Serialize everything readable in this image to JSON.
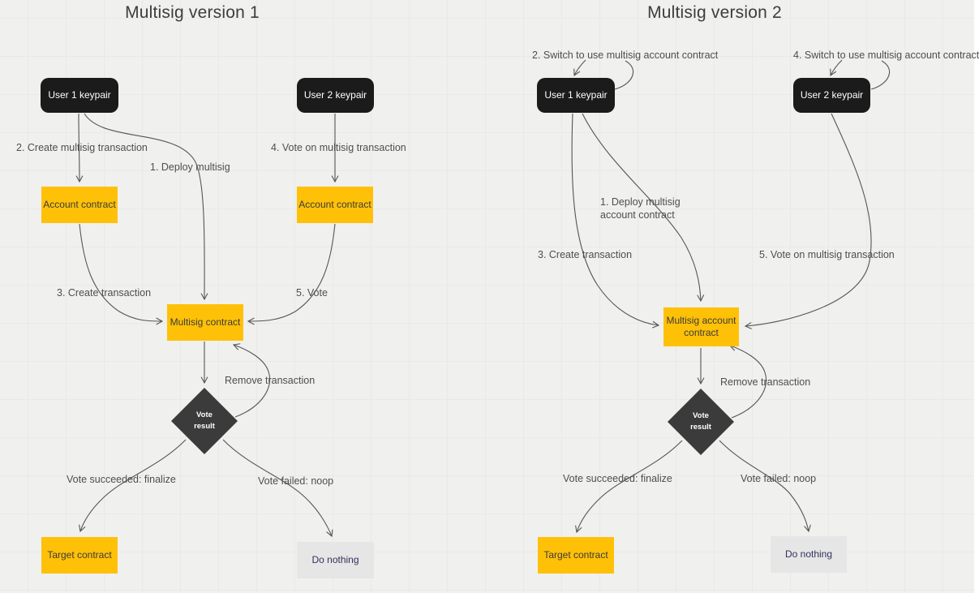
{
  "colors": {
    "background": "#f0f0ee",
    "node_dark": "#1b1b1b",
    "node_yellow": "#ffc107",
    "diamond_dark": "#3b3b3b",
    "noop_box": "#e6e6e6",
    "noop_text": "#32325d",
    "edge_stroke": "#555555",
    "label_text": "#4e4e4e"
  },
  "diagrams": [
    {
      "title": "Multisig version 1",
      "nodes": {
        "user1": "User 1 keypair",
        "user2": "User 2 keypair",
        "account1": "Account contract",
        "account2": "Account contract",
        "multisig": "Multisig contract",
        "vote_result": "Vote result",
        "target": "Target contract",
        "do_nothing": "Do nothing"
      },
      "labels": {
        "e1": "1. Deploy multisig",
        "e2": "2. Create multisig transaction",
        "e3": "3. Create transaction",
        "e4": "4. Vote on multisig transaction",
        "e5": "5. Vote",
        "remove": "Remove transaction",
        "succeeded": "Vote succeeded: finalize",
        "failed": "Vote failed: noop"
      }
    },
    {
      "title": "Multisig version 2",
      "nodes": {
        "user1": "User 1 keypair",
        "user2": "User 2 keypair",
        "multisig": "Multisig account contract",
        "vote_result": "Vote result",
        "target": "Target contract",
        "do_nothing": "Do nothing"
      },
      "labels": {
        "e1": "1. Deploy multisig account contract",
        "e2": "2. Switch to use multisig account contract",
        "e3": "3. Create transaction",
        "e4": "4. Switch to use multisig account contract",
        "e5": "5. Vote on multisig transaction",
        "remove": "Remove transaction",
        "succeeded": "Vote succeeded: finalize",
        "failed": "Vote failed: noop"
      }
    }
  ]
}
